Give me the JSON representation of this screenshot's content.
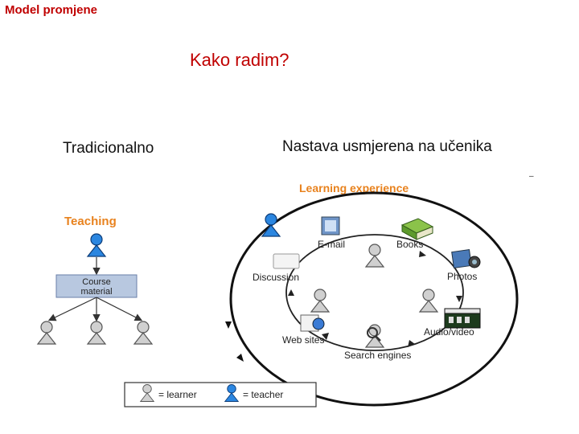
{
  "slide": {
    "corner_title": "Model promjene",
    "title": "Kako radim?",
    "left_heading": "Tradicionalno",
    "right_heading": "Nastava usmjerena na učenika",
    "dash": "–"
  },
  "teaching_diagram": {
    "heading": "Teaching",
    "box_label_line1": "Course",
    "box_label_line2": "material"
  },
  "learning_diagram": {
    "heading": "Learning experience",
    "nodes": {
      "email": "E-mail",
      "books": "Books",
      "photos": "Photos",
      "audio_video": "Audio/video",
      "search_engines": "Search engines",
      "web_sites": "Web sites",
      "discussion": "Discussion"
    }
  },
  "legend": {
    "learner": "= learner",
    "teacher": "= teacher"
  },
  "colors": {
    "title_red": "#c00000",
    "teacher_blue": "#1f7bd8",
    "learner_gray": "#bdbdbd",
    "heading_orange": "#e8821e"
  }
}
